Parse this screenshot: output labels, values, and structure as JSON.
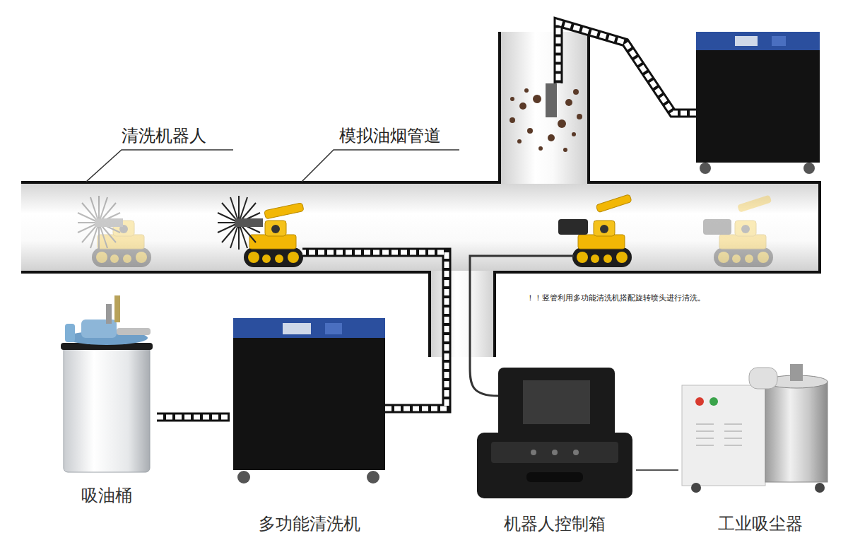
{
  "diagram": {
    "nodes": [
      {
        "text": [
          "吸油桶"
        ]
      },
      {
        "text": [
          "多功能清洗机"
        ]
      },
      {
        "text": [
          "机器人控制箱"
        ]
      },
      {
        "text": [
          "工业吸尘器"
        ]
      }
    ],
    "edges": [
      {
        "from": 0,
        "to": 1,
        "arrow": "none"
      },
      {
        "from": 2,
        "to": 3,
        "arrow": "none"
      }
    ],
    "labels": [
      "清洗机器人",
      "模拟油烟管道",
      "！！竖管利用多功能清洗机搭配旋转喷头进行清洗。"
    ]
  }
}
